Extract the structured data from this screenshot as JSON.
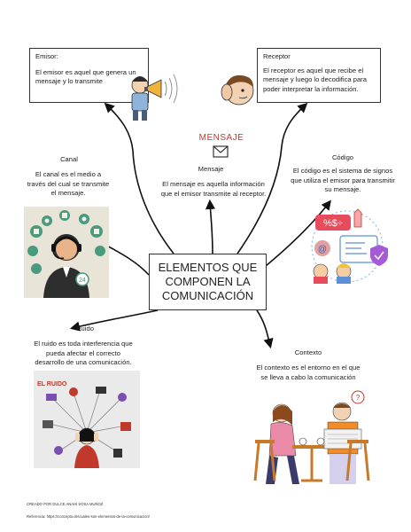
{
  "center": {
    "title_lines": [
      "ELEMENTOS QUE",
      "COMPONEN LA",
      "COMUNICACIÓN"
    ]
  },
  "emisor": {
    "title": "Emisor:",
    "text": "El emisor es aquel que genera un mensaje y lo transmite"
  },
  "receptor": {
    "title": "Receptor",
    "text": "El receptor es aquel que recibe el mensaje y luego lo decodifica para poder interpretar la información."
  },
  "mensaje": {
    "graphic_label": "MENSAJE",
    "title": "Mensaje",
    "text": "El mensaje es aquella información que el emisor transmite al receptor."
  },
  "canal": {
    "title": "Canal",
    "text": "El canal es el medio a través del cual se transmite el mensaje."
  },
  "codigo": {
    "title": "Código",
    "text": "El código es el sistema de signos que utiliza el emisor para transmitir su mensaje."
  },
  "ruido": {
    "title": "Ruido",
    "text": "El ruido es toda interferencia que pueda afectar el correcto desarrollo de una comunicación.",
    "image_label": "EL RUIDO"
  },
  "contexto": {
    "title": "Contexto",
    "text": "El contexto es el entorno en el que se lleva a cabo la comunicación"
  },
  "footer": {
    "credit": "CREADO POR DULCE ANAHI SOSA MUÑOZ",
    "reference": "Referencia: https://concepto.de/cuales-son-elementos-de-la-comunicacion/"
  },
  "colors": {
    "accent_red": "#c0392b",
    "arrow": "#111111",
    "canal_bg": "#e9e4d8",
    "canal_icon": "#4a9a7d"
  }
}
